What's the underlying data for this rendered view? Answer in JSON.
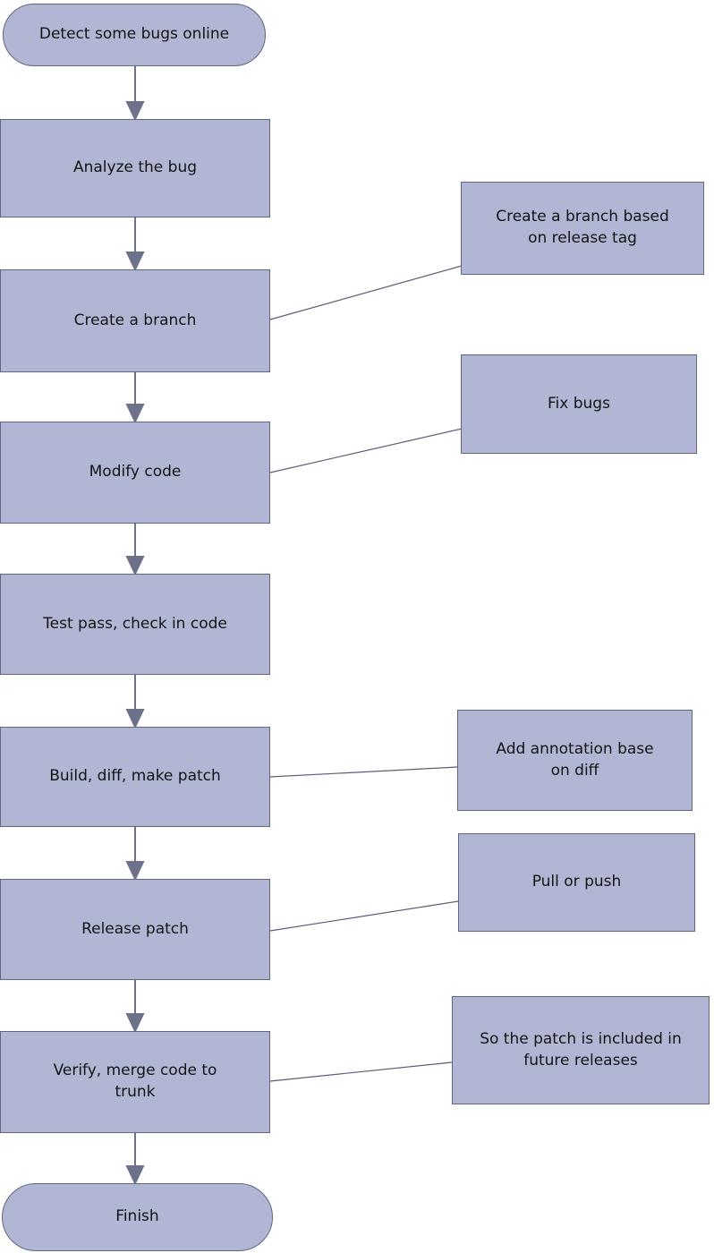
{
  "diagram": {
    "start": {
      "label": "Detect some bugs online"
    },
    "steps": [
      {
        "label": "Analyze the bug"
      },
      {
        "label": "Create a branch"
      },
      {
        "label": "Modify code"
      },
      {
        "label": "Test pass, check in code"
      },
      {
        "label": "Build, diff, make patch"
      },
      {
        "label": "Release patch"
      },
      {
        "label": "Verify,  merge code to trunk"
      }
    ],
    "end": {
      "label": "Finish"
    },
    "annotations": [
      {
        "label": "Create a branch based on release tag",
        "attached_to": "Create a branch"
      },
      {
        "label": "Fix bugs",
        "attached_to": "Modify code"
      },
      {
        "label": "Add annotation base on diff",
        "attached_to": "Build, diff, make patch"
      },
      {
        "label": "Pull or push",
        "attached_to": "Release patch"
      },
      {
        "label": "So the patch is included in future releases",
        "attached_to": "Verify,  merge code to trunk"
      }
    ]
  },
  "colors": {
    "shape_fill": "#b0b6d3",
    "shape_border": "#61657f",
    "arrow": "#6d7189",
    "connector_line": "#5a5e73",
    "text": "#141414",
    "background": "#ffffff"
  }
}
